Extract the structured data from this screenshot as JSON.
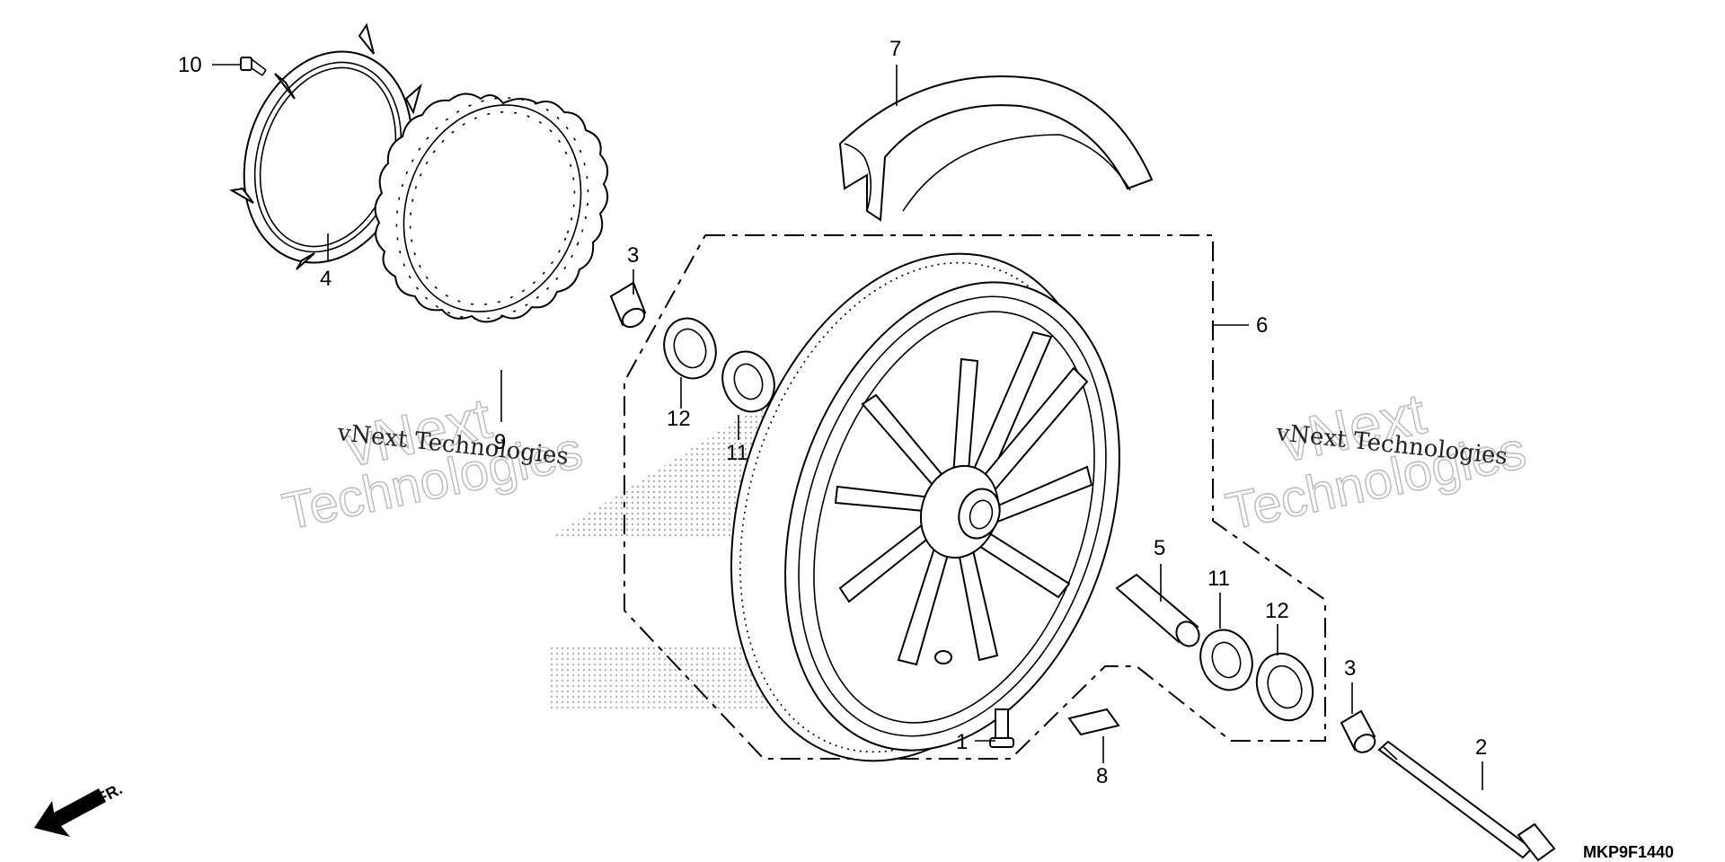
{
  "diagram_code": "MKP9F1440",
  "direction_marker": "FR.",
  "watermark": {
    "brand_line": "vNext Technologies",
    "big_line_1": "vNext",
    "big_line_2": "Technologies"
  },
  "callouts": {
    "p1": "1",
    "p2": "2",
    "p3_left": "3",
    "p3_right": "3",
    "p4": "4",
    "p5": "5",
    "p6": "6",
    "p7": "7",
    "p8": "8",
    "p9": "9",
    "p10": "10",
    "p11_left": "11",
    "p11_right": "11",
    "p12_left": "12",
    "p12_right": "12"
  }
}
